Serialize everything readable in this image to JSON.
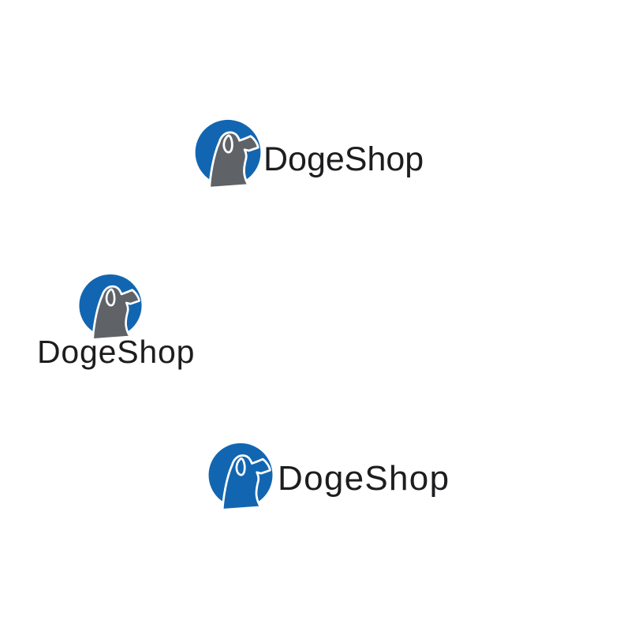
{
  "page": {
    "background": "#ffffff",
    "description": "Logo sheet with three DogeShop brand lockups"
  },
  "brand": {
    "name": "DogeShop",
    "icon": "dog-head-in-blue-circle",
    "colors": {
      "blue": "#1266b1",
      "gray": "#5f6367",
      "outline": "#ffffff",
      "text": "#1d1d1f"
    }
  },
  "logos": [
    {
      "id": "logo-top",
      "label": "DogeShop",
      "variant": "gray dog mark, wordmark right"
    },
    {
      "id": "logo-middle",
      "label": "DogeShop",
      "variant": "gray dog mark, wordmark below"
    },
    {
      "id": "logo-bottom",
      "label": "DogeShop",
      "variant": "white line-art dog on blue, light wordmark right"
    }
  ]
}
